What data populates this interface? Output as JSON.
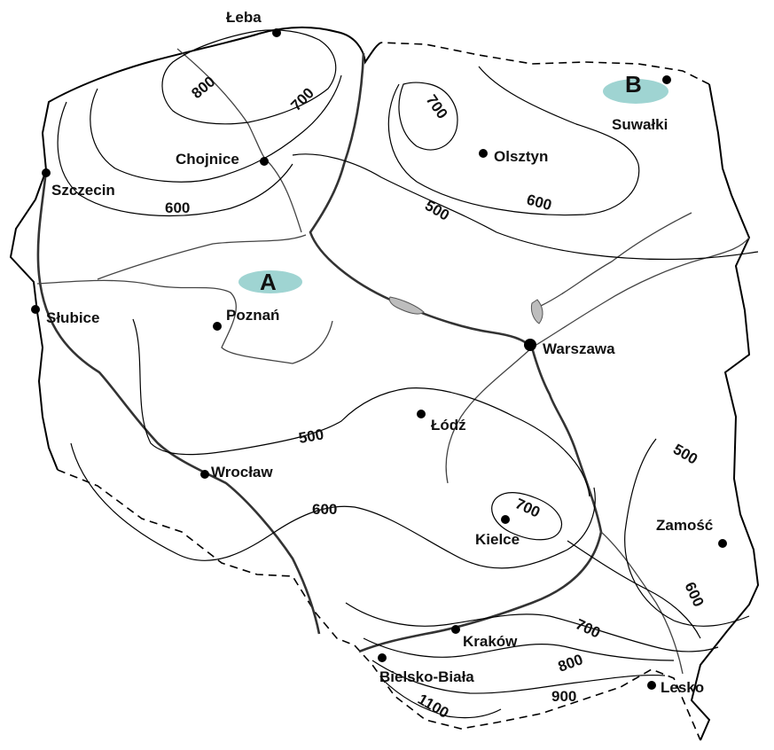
{
  "cities": [
    {
      "id": "leba",
      "name": "Łeba"
    },
    {
      "id": "szczecin",
      "name": "Szczecin"
    },
    {
      "id": "chojnice",
      "name": "Chojnice"
    },
    {
      "id": "olsztyn",
      "name": "Olsztyn"
    },
    {
      "id": "suwalki",
      "name": "Suwałki"
    },
    {
      "id": "slubice",
      "name": "Słubice"
    },
    {
      "id": "poznan",
      "name": "Poznań"
    },
    {
      "id": "warszawa",
      "name": "Warszawa"
    },
    {
      "id": "lodz",
      "name": "Łódź"
    },
    {
      "id": "wroclaw",
      "name": "Wrocław"
    },
    {
      "id": "kielce",
      "name": "Kielce"
    },
    {
      "id": "zamosc",
      "name": "Zamość"
    },
    {
      "id": "krakow",
      "name": "Kraków"
    },
    {
      "id": "bielsko",
      "name": "Bielsko-Biała"
    },
    {
      "id": "lesko",
      "name": "Lesko"
    }
  ],
  "isolines": [
    {
      "id": "iso-800-north",
      "value": "800"
    },
    {
      "id": "iso-700-north",
      "value": "700"
    },
    {
      "id": "iso-600-north",
      "value": "600"
    },
    {
      "id": "iso-700-olsztyn",
      "value": "700"
    },
    {
      "id": "iso-600-mazury",
      "value": "600"
    },
    {
      "id": "iso-500-north",
      "value": "500"
    },
    {
      "id": "iso-500-central",
      "value": "500"
    },
    {
      "id": "iso-600-south",
      "value": "600"
    },
    {
      "id": "iso-700-kielce",
      "value": "700"
    },
    {
      "id": "iso-500-east",
      "value": "500"
    },
    {
      "id": "iso-600-east",
      "value": "600"
    },
    {
      "id": "iso-700-south",
      "value": "700"
    },
    {
      "id": "iso-800-south",
      "value": "800"
    },
    {
      "id": "iso-900-south",
      "value": "900"
    },
    {
      "id": "iso-1100-south",
      "value": "1100"
    }
  ],
  "areas": [
    {
      "id": "area-a",
      "label": "A",
      "color": "#9fd4d2"
    },
    {
      "id": "area-b",
      "label": "B",
      "color": "#9fd4d2"
    }
  ]
}
